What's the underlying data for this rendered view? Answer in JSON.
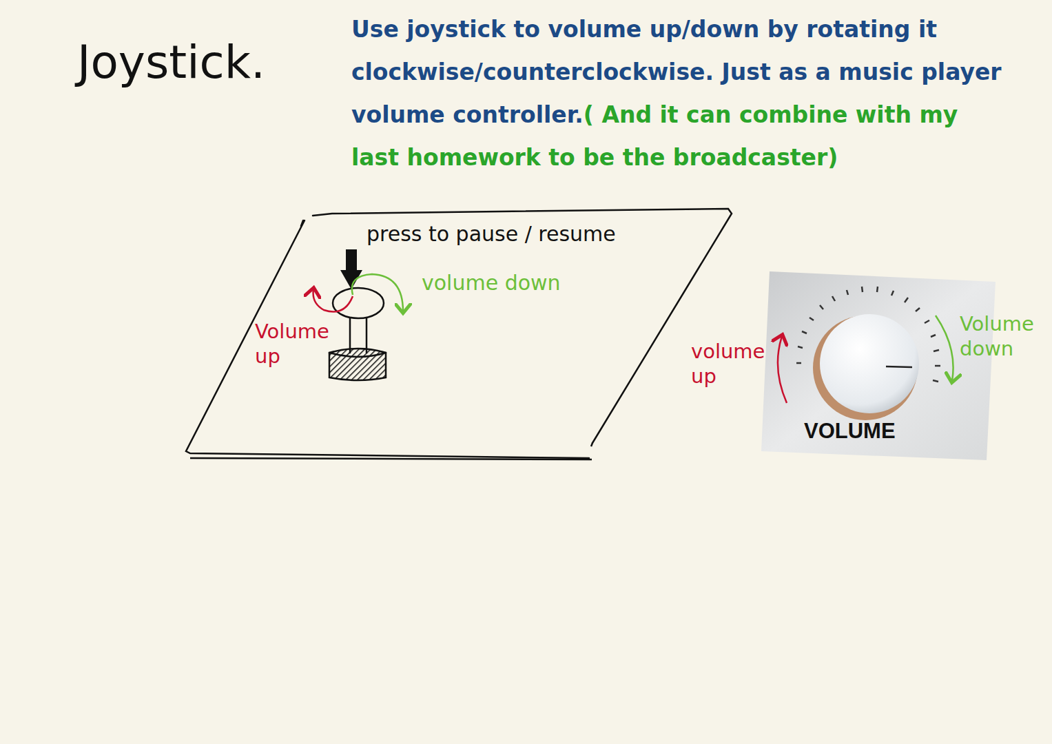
{
  "diagram": {
    "title": "Joystick.",
    "nodes": [
      {
        "text": [
          "press to pause / resume",
          "volume down",
          "Volume up"
        ]
      },
      {
        "text": [
          "VOLUME"
        ]
      }
    ],
    "labels": [
      "Use joystick to volume up/down by rotating it clockwise/counterclockwise. Just as a music player volume controller.",
      "( And it can combine with my last homework to be the broadcaster)",
      "volume up",
      "Volume down"
    ]
  }
}
